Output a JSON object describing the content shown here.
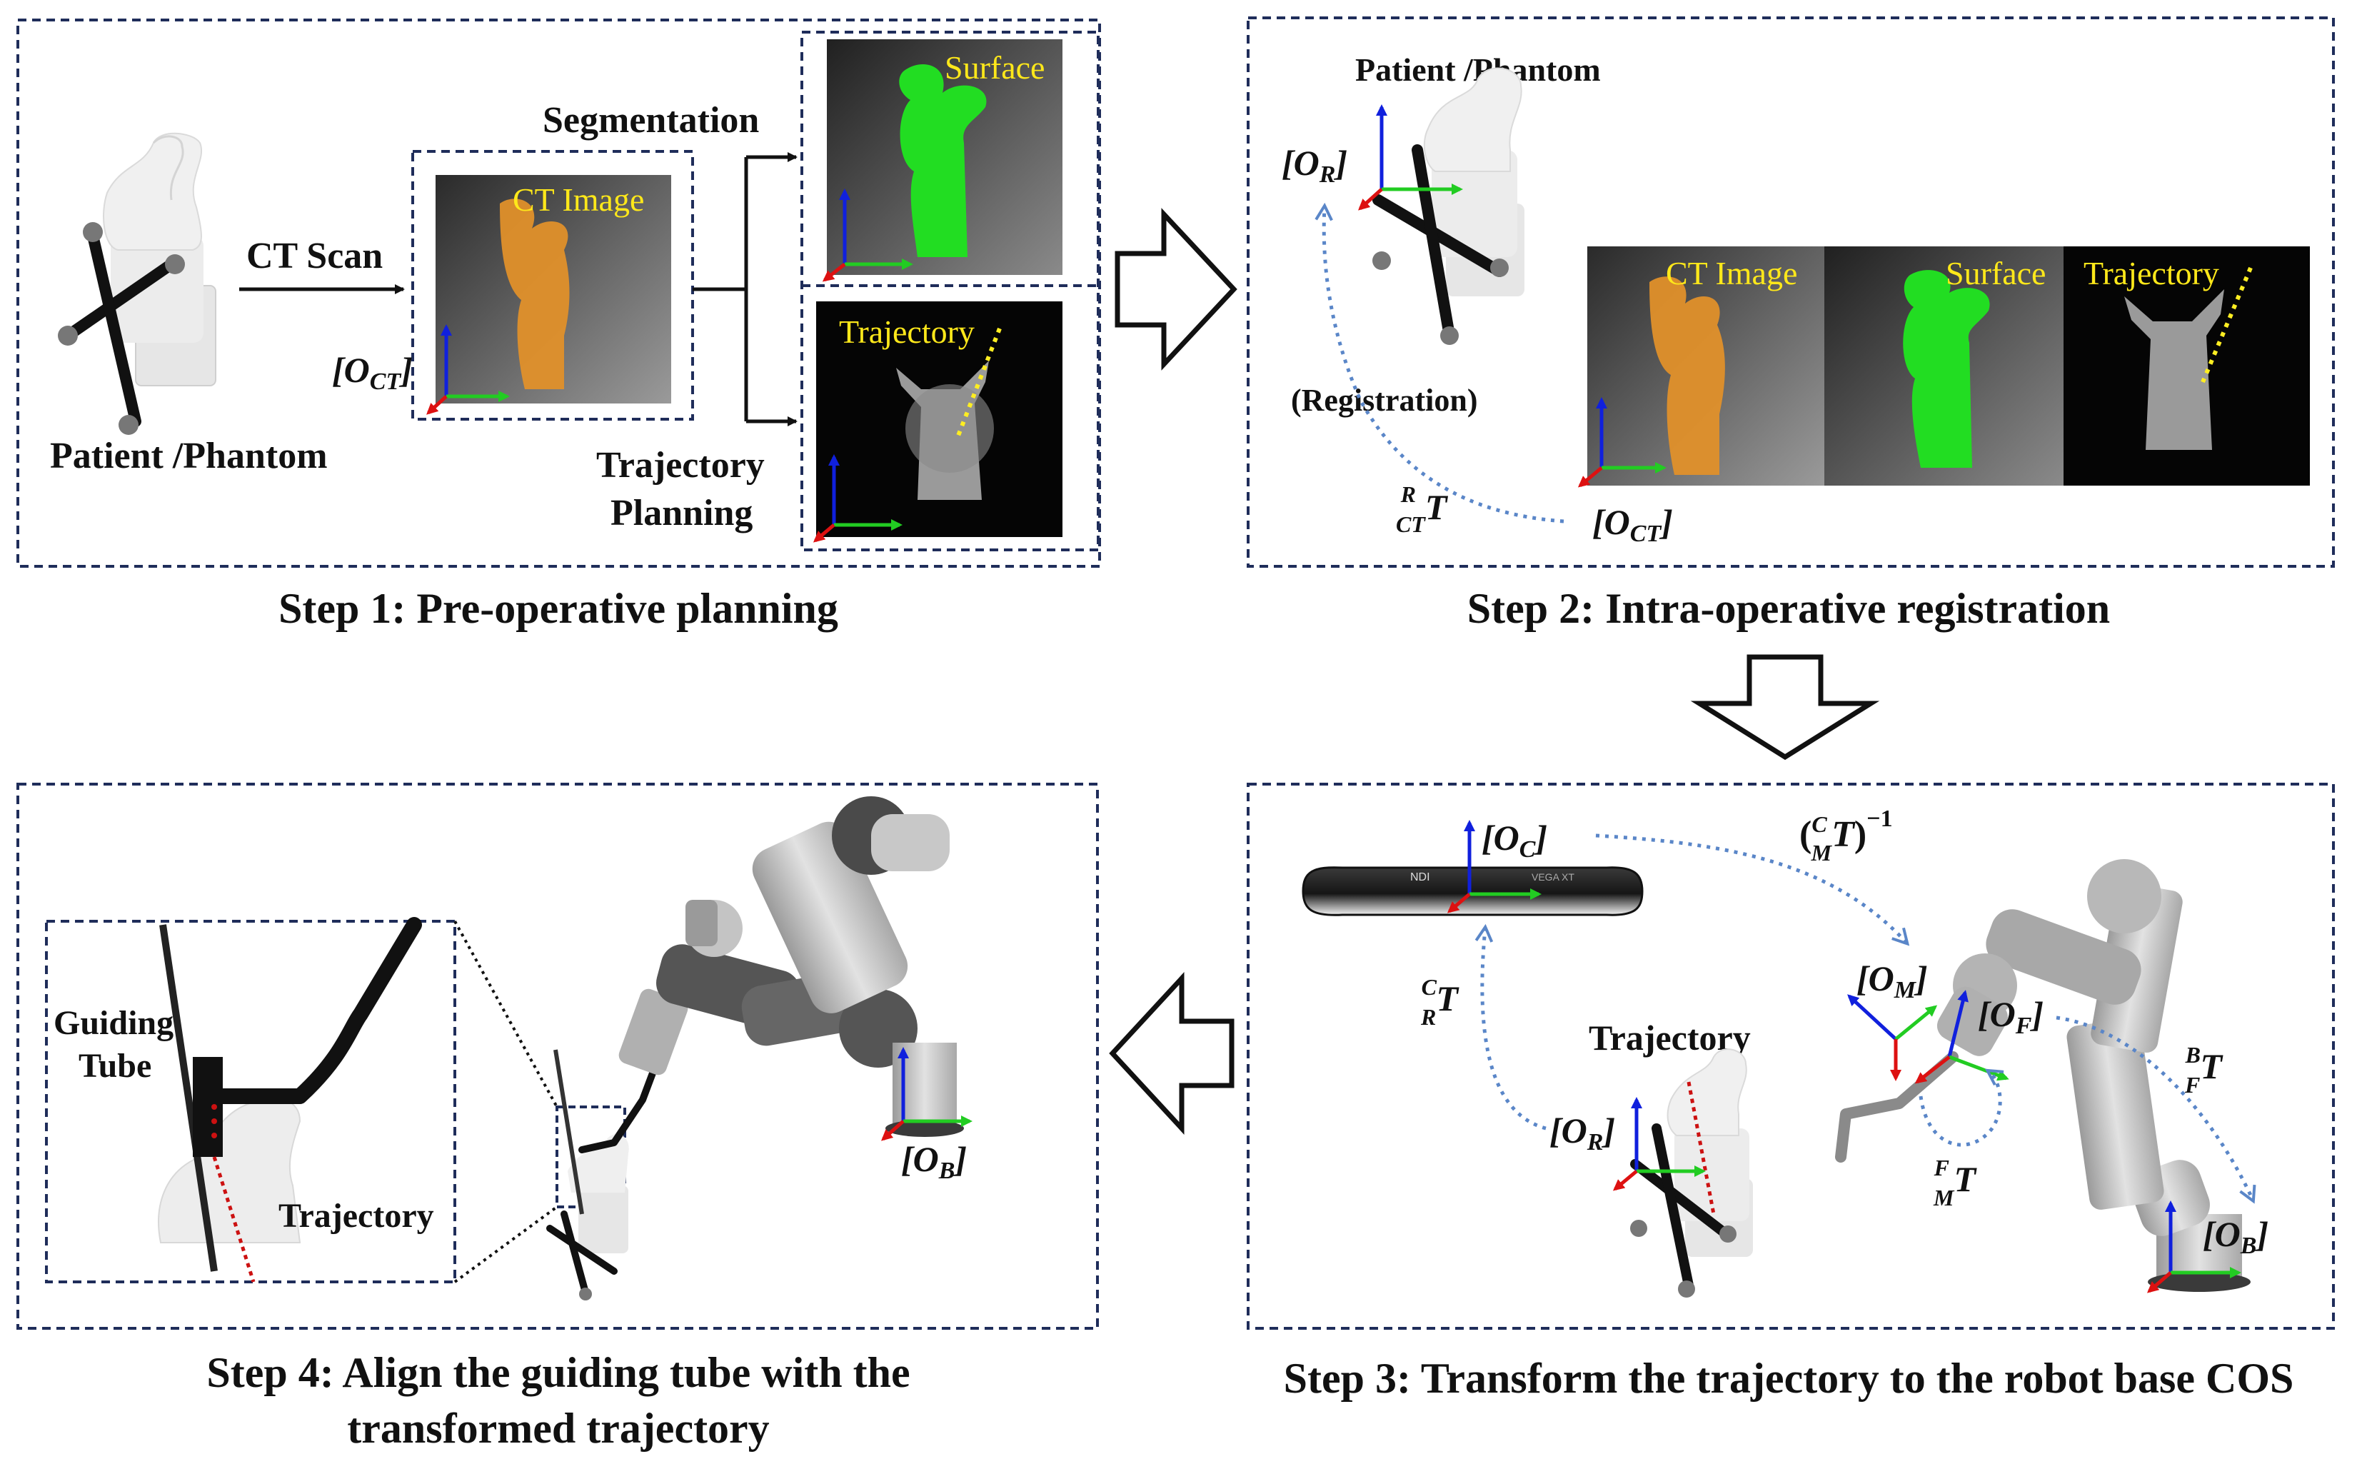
{
  "colors": {
    "panel_border": "#1f2d5a",
    "axis_x": "#22cc22",
    "axis_y": "#1020dd",
    "axis_z": "#dd1111",
    "dotted_arrow": "#5a86c8",
    "trajectory_dots": "#ffee22",
    "trajectory_red": "#cc1111",
    "surface_green": "#22dd22",
    "ct_orange": "#e0902a"
  },
  "step1": {
    "caption": "Step 1: Pre-operative planning",
    "patient": "Patient /Phantom",
    "ct_scan": "CT Scan",
    "ct_image": "CT Image",
    "segmentation": "Segmentation",
    "surface": "Surface",
    "trajectory": "Trajectory",
    "planning_1": "Trajectory",
    "planning_2": "Planning",
    "frame_ct": "[O",
    "frame_ct_sub": "CT"
  },
  "step2": {
    "caption": "Step 2: Intra-operative registration",
    "patient": "Patient /Phantom",
    "registration": "(Registration)",
    "ct_image": "CT Image",
    "surface": "Surface",
    "trajectory": "Trajectory",
    "frame_r": "[O",
    "frame_r_sub": "R",
    "frame_ct": "[O",
    "frame_ct_sub": "CT",
    "transform_sup": "R",
    "transform_sub": "CT",
    "transform_main": "T"
  },
  "step3": {
    "caption": "Step 3: Transform the trajectory to the robot base COS",
    "trajectory": "Trajectory",
    "camera_brand": "NDI",
    "camera_model": "VEGA XT",
    "frame_c_sub": "C",
    "frame_r_sub": "R",
    "frame_m_sub": "M",
    "frame_f_sub": "F",
    "frame_b_sub": "B",
    "t_cm_sup": "C",
    "t_cm_sub": "M",
    "t_cm_exp": "−1",
    "t_cr_sup": "C",
    "t_cr_sub": "R",
    "t_fm_sup": "F",
    "t_fm_sub": "M",
    "t_bf_sup": "B",
    "t_bf_sub": "F",
    "frame_open": "[O",
    "t_main": "T"
  },
  "step4": {
    "caption_1": "Step 4: Align the guiding tube with the",
    "caption_2": "transformed trajectory",
    "guiding_1": "Guiding",
    "guiding_2": "Tube",
    "trajectory": "Trajectory",
    "frame_b_sub": "B"
  },
  "common": {
    "bracket_close": "]"
  }
}
